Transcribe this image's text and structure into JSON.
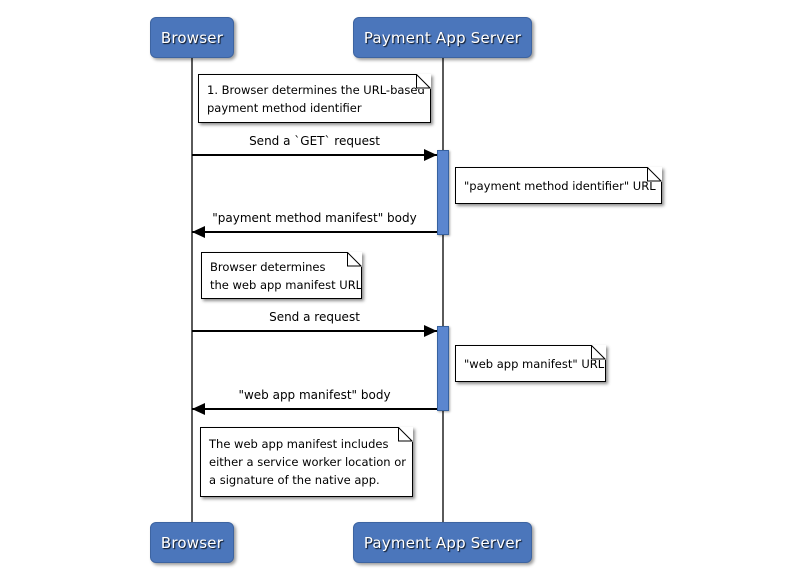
{
  "actors": [
    {
      "label": "Browser"
    },
    {
      "label": "Payment App Server"
    }
  ],
  "messages": [
    {
      "label": "Send a `GET` request",
      "direction": "right"
    },
    {
      "label": "\"payment method manifest\" body",
      "direction": "left"
    },
    {
      "label": "Send a request",
      "direction": "right"
    },
    {
      "label": "\"web app manifest\" body",
      "direction": "left"
    }
  ],
  "notes": [
    {
      "lines": [
        "1. Browser determines the URL-based",
        "payment method identifier"
      ]
    },
    {
      "lines": [
        "\"payment method identifier\" URL"
      ]
    },
    {
      "lines": [
        "Browser determines",
        "the web app manifest URL"
      ]
    },
    {
      "lines": [
        "\"web app manifest\" URL"
      ]
    },
    {
      "lines": [
        "The web app manifest includes",
        "either a service worker location or",
        "a signature of the native app."
      ]
    }
  ],
  "colors": {
    "background": "#ffffff",
    "actor_fill": "#4b76bb",
    "actor_border": "#3d64a1",
    "actor_text": "#ffffff",
    "activation_fill": "#5b86cf",
    "activation_border": "#36619f",
    "lifeline": "#5a5a5a",
    "note_bg": "#ffffff",
    "note_border": "#000000",
    "message_line": "#000000"
  }
}
